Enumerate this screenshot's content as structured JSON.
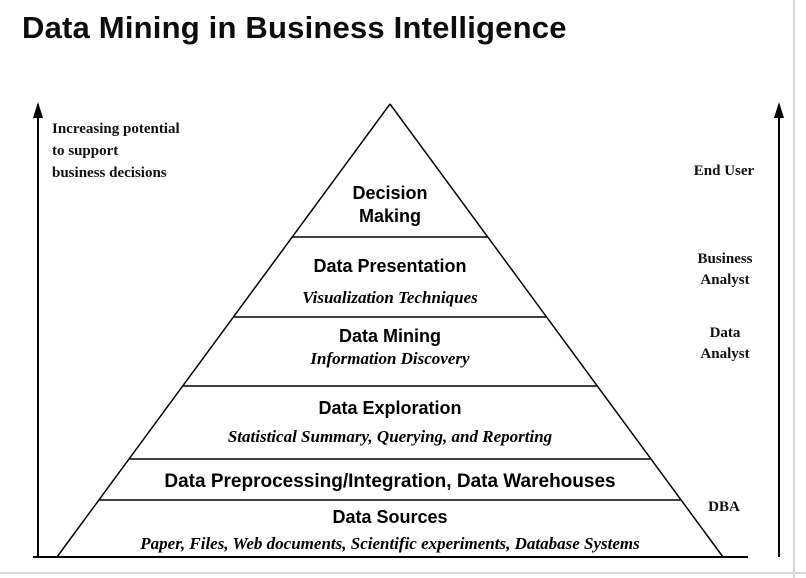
{
  "slide": {
    "title": "Data Mining in Business Intelligence"
  },
  "left_axis": {
    "line1": "Increasing potential",
    "line2": "to support",
    "line3": "business decisions"
  },
  "right_axis": {
    "roles": [
      {
        "name": "End User"
      },
      {
        "name": "Business Analyst"
      },
      {
        "name": "Data Analyst"
      },
      {
        "name": "DBA"
      }
    ]
  },
  "pyramid": {
    "layers": [
      {
        "heading": "Decision Making",
        "subheading": ""
      },
      {
        "heading": "Data Presentation",
        "subheading": "Visualization Techniques"
      },
      {
        "heading": "Data Mining",
        "subheading": "Information Discovery"
      },
      {
        "heading": "Data Exploration",
        "subheading": "Statistical Summary, Querying, and Reporting"
      },
      {
        "heading": "Data Preprocessing/Integration, Data Warehouses",
        "subheading": ""
      },
      {
        "heading": "Data Sources",
        "subheading": "Paper, Files, Web documents, Scientific experiments, Database Systems"
      }
    ]
  }
}
